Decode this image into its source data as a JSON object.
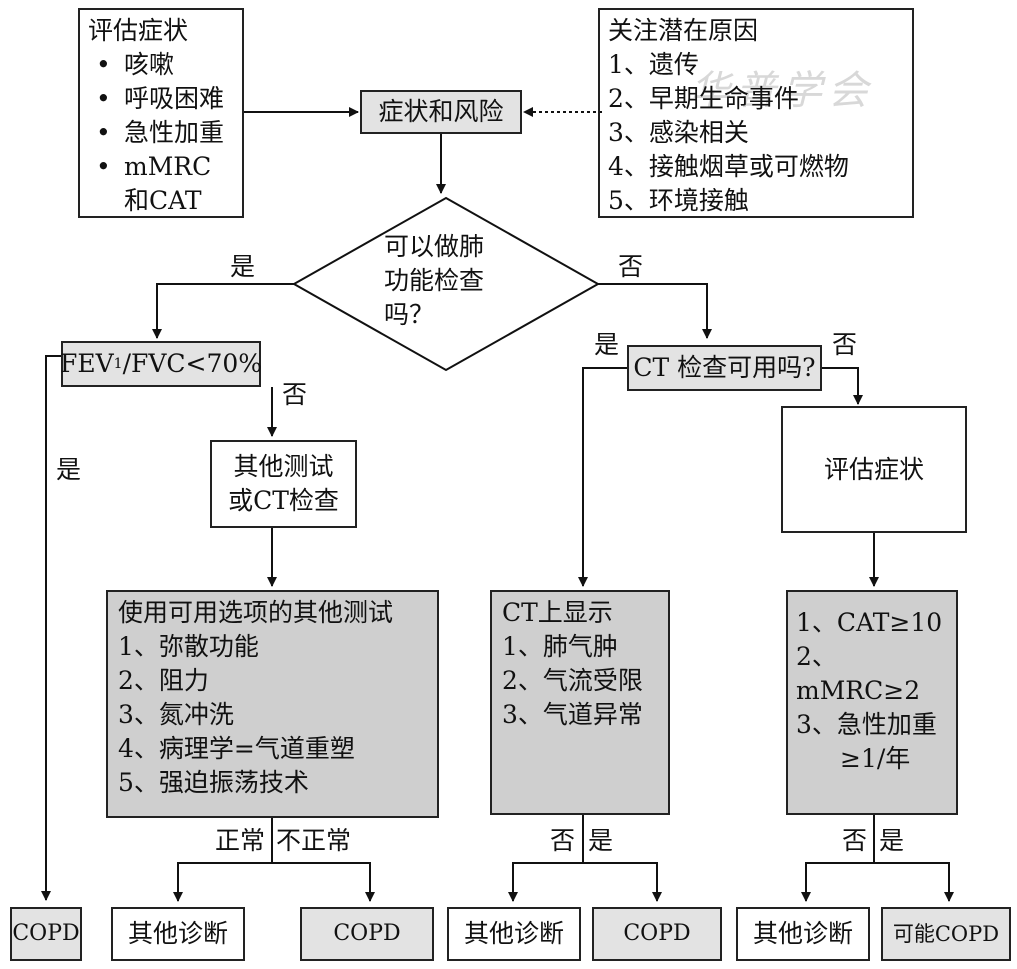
{
  "assess_box": {
    "title": "评估症状",
    "items": [
      "咳嗽",
      "呼吸困难",
      "急性加重",
      "mMRC和CAT"
    ]
  },
  "risk_box": {
    "label": "症状和风险"
  },
  "causes_box": {
    "title": "关注潜在原因",
    "items": [
      "1、遗传",
      "2、早期生命事件",
      "3、感染相关",
      "4、接触烟草或可燃物",
      "5、环境接触"
    ]
  },
  "watermark": "华普学会",
  "decision_spiro": {
    "lines": [
      "可以做肺",
      "功能检查",
      "吗？"
    ],
    "yes": "是",
    "no": "否"
  },
  "fev_box": {
    "prefix": "FEV",
    "sub": "1",
    "suffix": "/FVC<70%",
    "yes": "是",
    "no": "否"
  },
  "ct_question": {
    "label": "CT 检查可用吗?",
    "yes": "是",
    "no": "否"
  },
  "other_tests": {
    "lines": [
      "其他测试",
      "或CT检查"
    ]
  },
  "assess2": {
    "label": "评估症状"
  },
  "options_box": {
    "title": "使用可用选项的其他测试",
    "items": [
      "1、弥散功能",
      "2、阻力",
      "3、氮冲洗",
      "4、病理学=气道重塑",
      "5、强迫振荡技术"
    ]
  },
  "ct_show_box": {
    "title": "CT上显示",
    "items": [
      "1、肺气肿",
      "2、气流受限",
      "3、气道异常"
    ]
  },
  "criteria_box": {
    "items": [
      "1、CAT≥10",
      "2、mMRC≥2",
      "3、急性加重",
      "≥1/年"
    ]
  },
  "branch_labels": {
    "normal": "正常",
    "abnormal": "不正常",
    "ct_no": "否",
    "ct_yes": "是",
    "crit_no": "否",
    "crit_yes": "是"
  },
  "outcomes": {
    "copd_left": "COPD",
    "other_dx_1": "其他诊断",
    "copd_1": "COPD",
    "other_dx_2": "其他诊断",
    "copd_2": "COPD",
    "other_dx_3": "其他诊断",
    "possible_copd": "可能COPD"
  }
}
